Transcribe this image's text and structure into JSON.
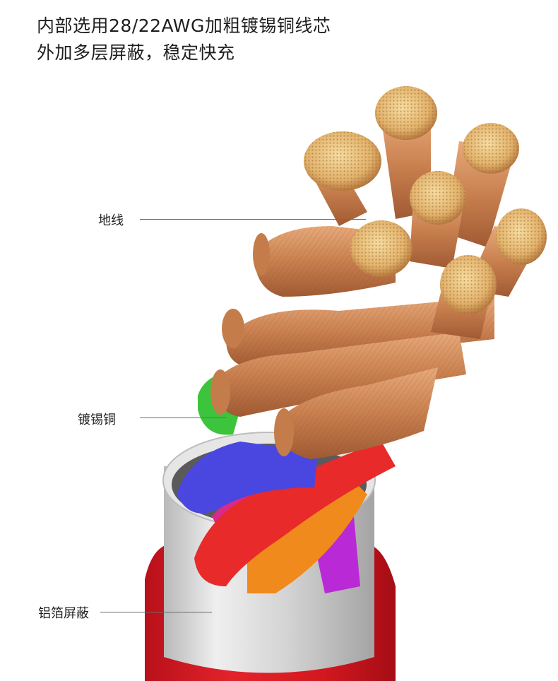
{
  "headline": {
    "line1": "内部选用28/22AWG加粗镀锡铜线芯",
    "line2": "外加多层屏蔽，稳定快充"
  },
  "callouts": {
    "ground": "地线",
    "tinned_copper": "镀锡铜",
    "foil_shield": "铝箔屏蔽"
  },
  "colors": {
    "copper": "#d7925f",
    "copper_dark": "#a9633a",
    "tin_core": "#e8c07a",
    "jacket_red": "#e01c24",
    "aluminum": "#d9d9d9",
    "insulation_green": "#3cc43c",
    "insulation_blue": "#4a47e0",
    "insulation_red": "#e82a2a",
    "insulation_orange": "#f08a1c",
    "insulation_purple": "#b92ad6",
    "insulation_magenta": "#d82a8a"
  }
}
